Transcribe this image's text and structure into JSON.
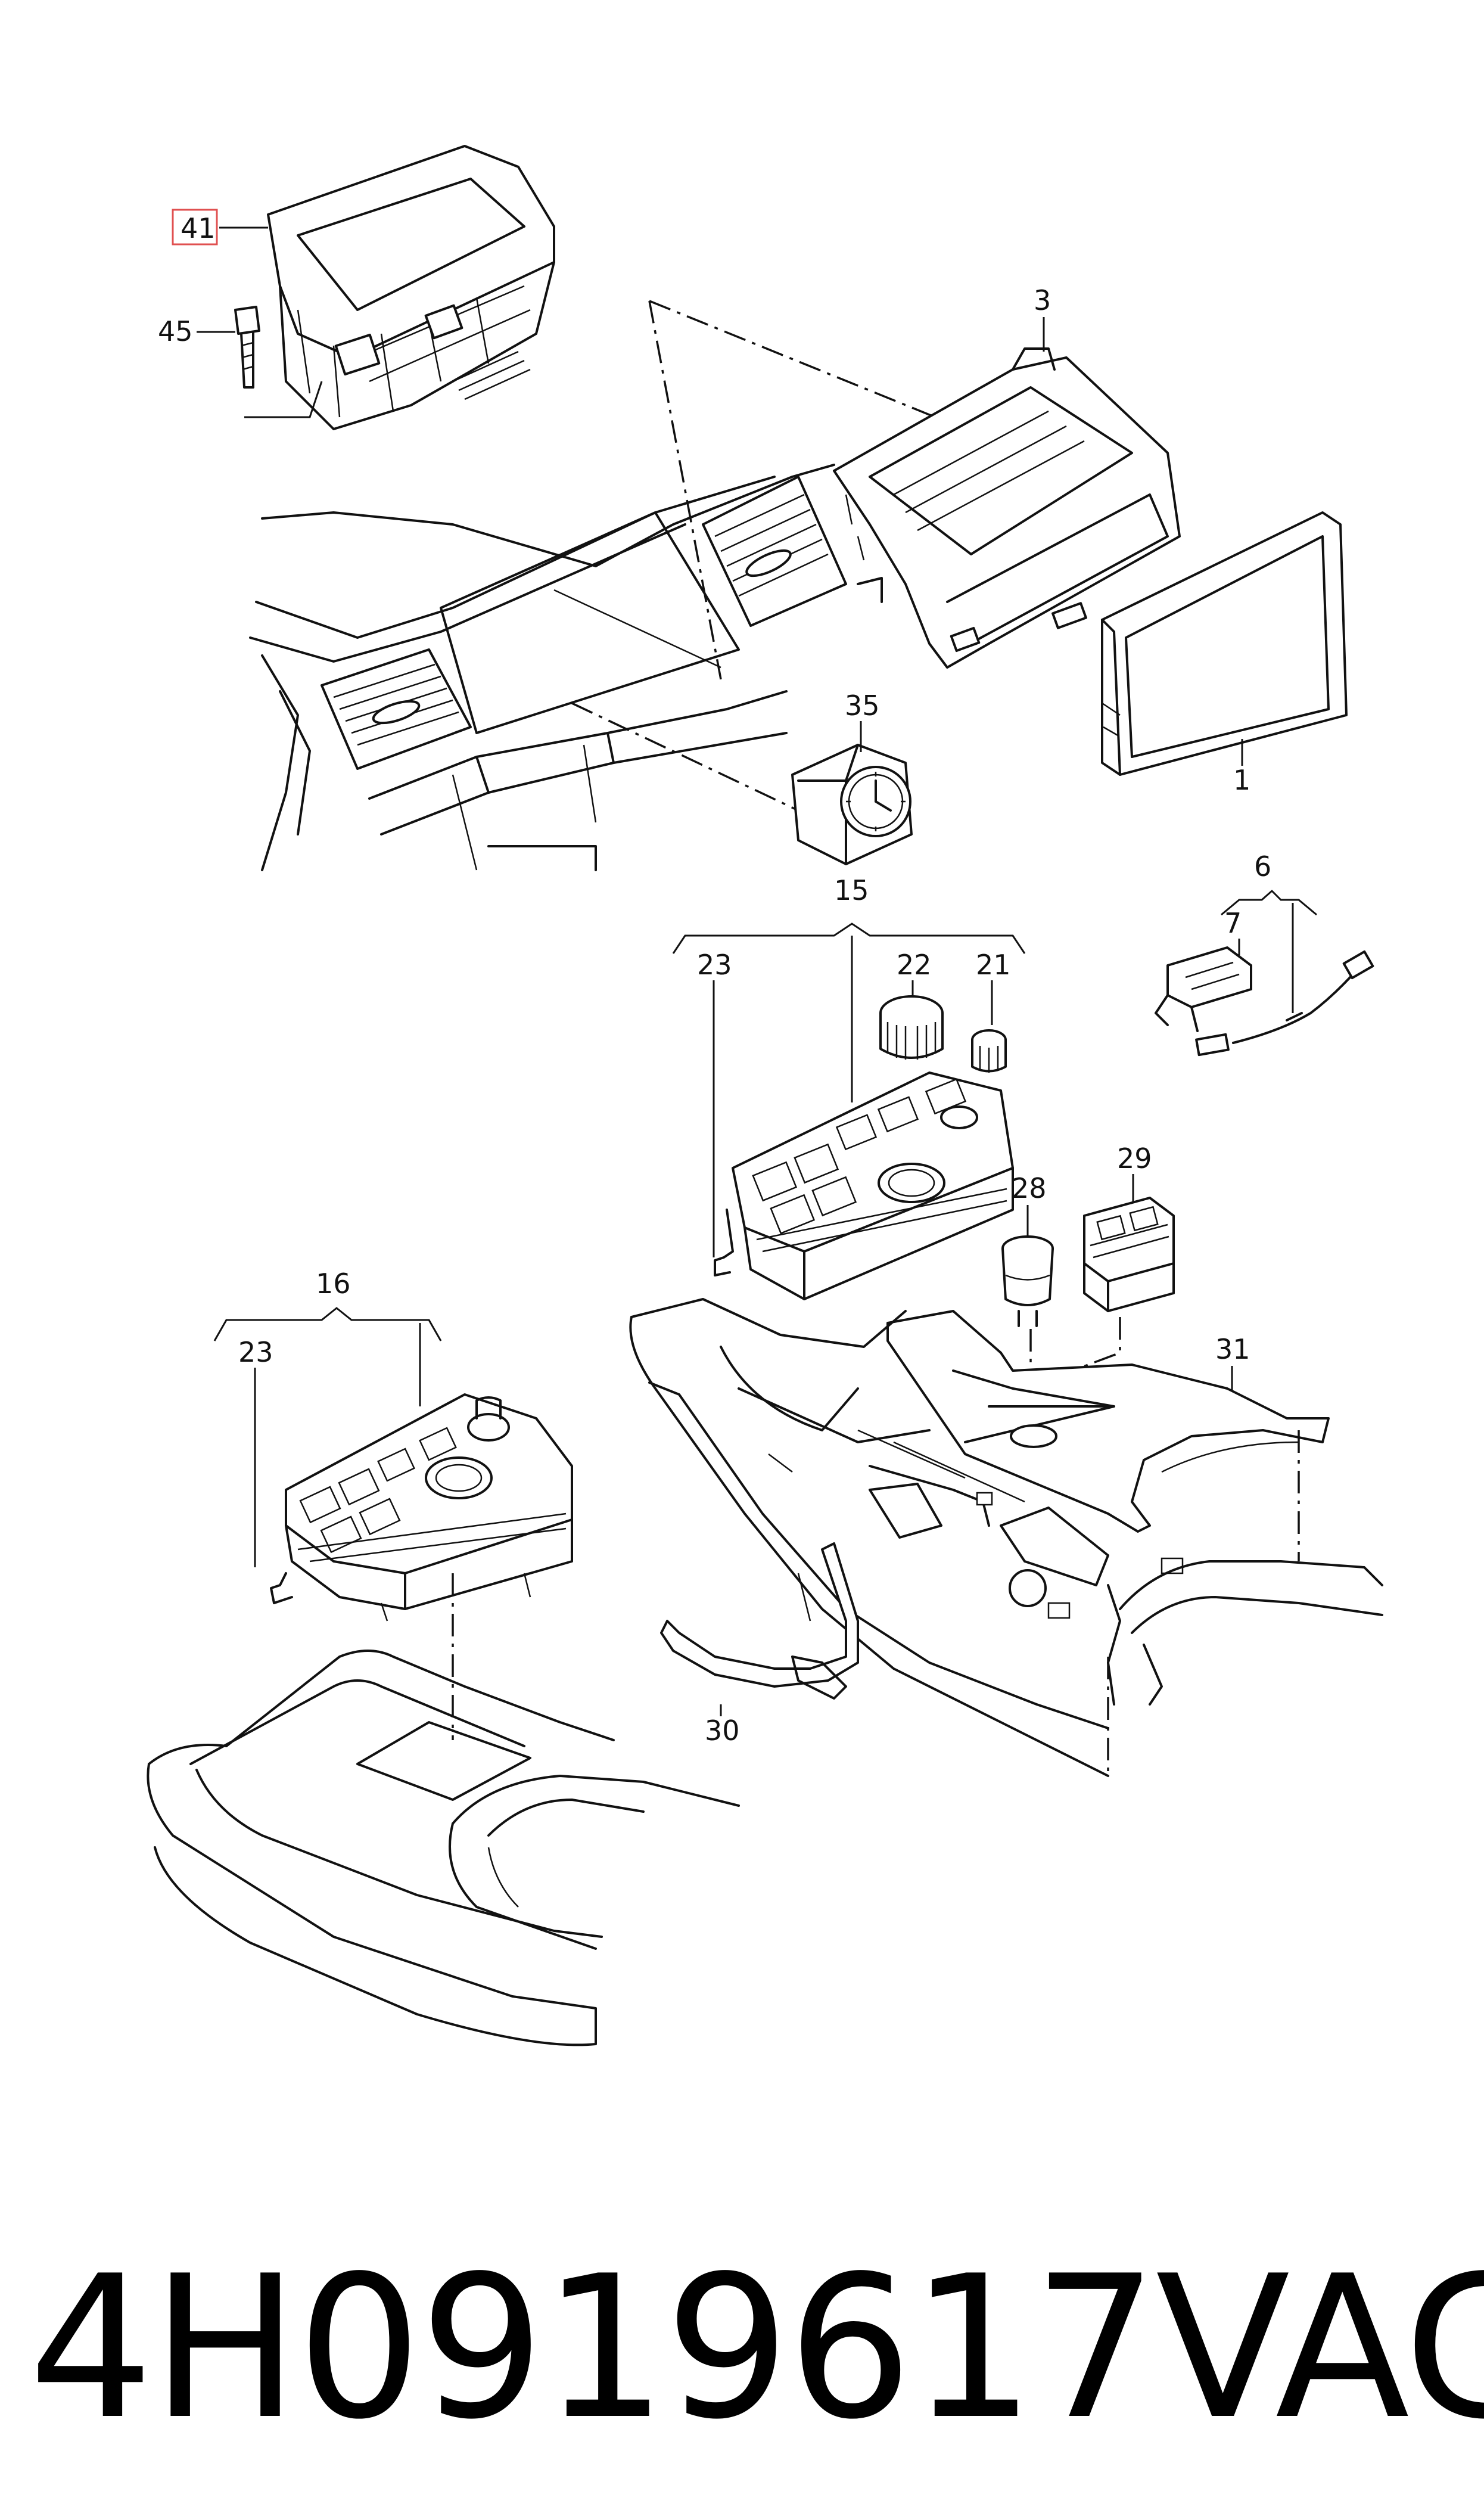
{
  "callouts": {
    "c41": "41",
    "c45": "45",
    "c3": "3",
    "c1": "1",
    "c35": "35",
    "c15": "15",
    "c23a": "23",
    "c22": "22",
    "c21": "21",
    "c6": "6",
    "c7": "7",
    "c29": "29",
    "c28": "28",
    "c31": "31",
    "c16": "16",
    "c23b": "23",
    "c30": "30"
  },
  "highlight_color": "#e05050",
  "footer": {
    "part_number": "4H0919617",
    "brand": "VAG"
  }
}
